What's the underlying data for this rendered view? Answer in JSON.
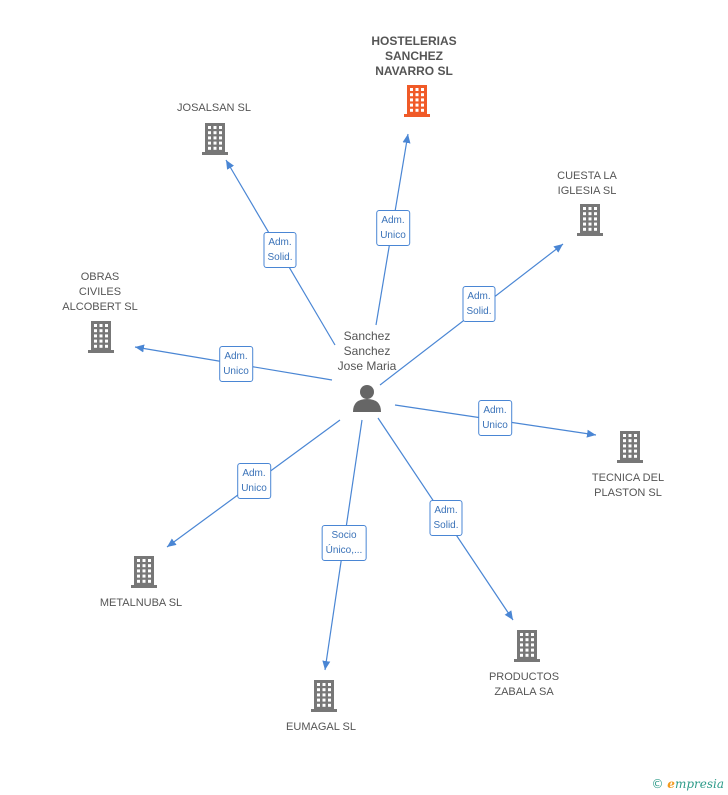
{
  "center": {
    "label_lines": [
      "Sanchez",
      "Sanchez",
      "Jose Maria"
    ]
  },
  "nodes": [
    {
      "id": "hosteleras",
      "lines": [
        "HOSTELERIAS",
        "SANCHEZ",
        "NAVARRO SL"
      ],
      "highlight": true,
      "relation": [
        "Adm.",
        "Unico"
      ],
      "color": "#f05a28"
    },
    {
      "id": "josalsan",
      "lines": [
        "JOSALSAN  SL"
      ],
      "highlight": false,
      "relation": [
        "Adm.",
        "Solid."
      ]
    },
    {
      "id": "cuesta",
      "lines": [
        "CUESTA LA",
        "IGLESIA  SL"
      ],
      "highlight": false,
      "relation": [
        "Adm.",
        "Solid."
      ]
    },
    {
      "id": "obras",
      "lines": [
        "OBRAS",
        "CIVILES",
        "ALCOBERT SL"
      ],
      "highlight": false,
      "relation": [
        "Adm.",
        "Unico"
      ]
    },
    {
      "id": "tecnica",
      "lines": [
        "TECNICA DEL",
        "PLASTON  SL"
      ],
      "highlight": false,
      "relation": [
        "Adm.",
        "Unico"
      ]
    },
    {
      "id": "metalnuba",
      "lines": [
        "METALNUBA  SL"
      ],
      "highlight": false,
      "relation": [
        "Adm.",
        "Unico"
      ]
    },
    {
      "id": "eumagal",
      "lines": [
        "EUMAGAL  SL"
      ],
      "highlight": false,
      "relation": [
        "Socio",
        "Único,..."
      ]
    },
    {
      "id": "productos",
      "lines": [
        "PRODUCTOS",
        "ZABALA SA"
      ],
      "highlight": false,
      "relation": [
        "Adm.",
        "Solid."
      ]
    }
  ],
  "colors": {
    "edge": "#4a86d4",
    "building": "#777777",
    "building_highlight": "#f05a28",
    "person": "#666666"
  },
  "footer": {
    "copyright_symbol": "©",
    "brand_first": "e",
    "brand_rest": "mpresia"
  }
}
